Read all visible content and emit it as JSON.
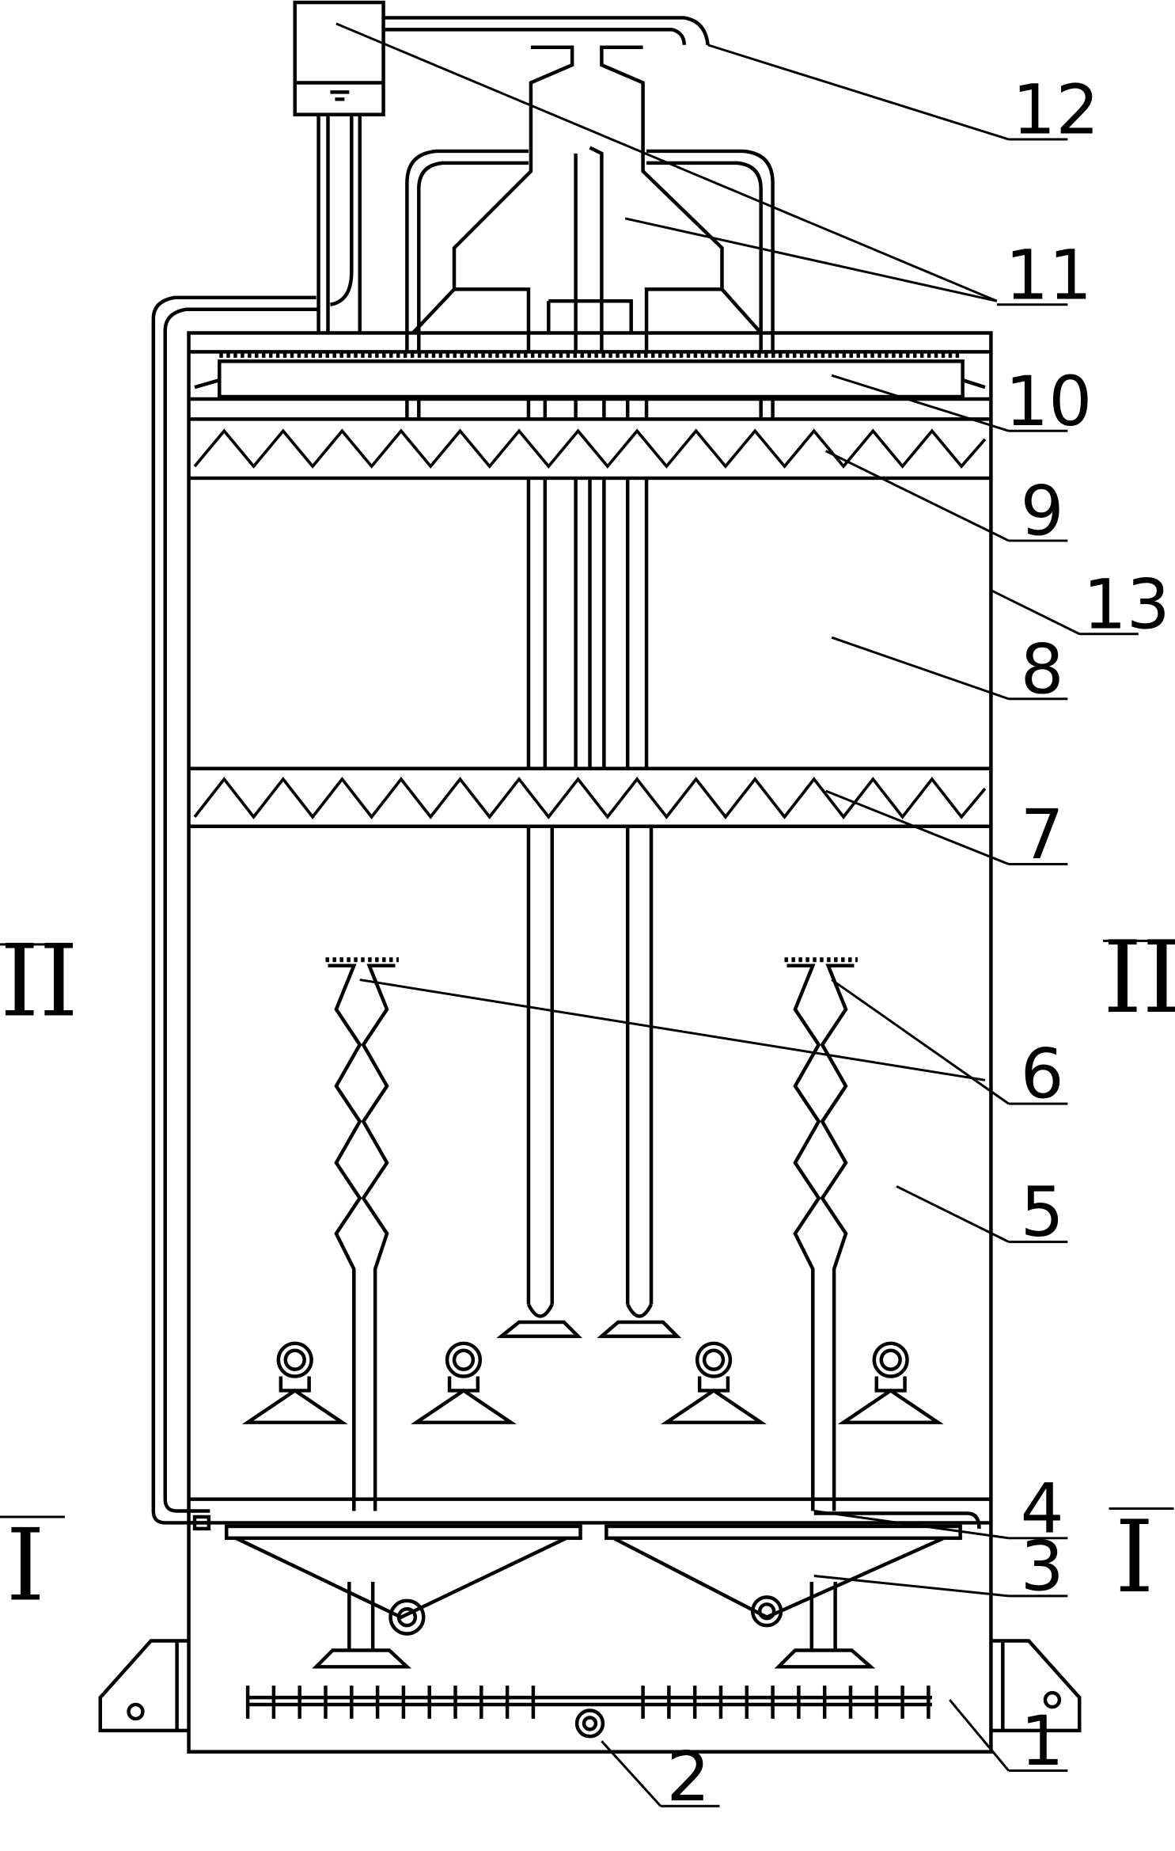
{
  "figure": {
    "part_labels": [
      "1",
      "2",
      "3",
      "4",
      "5",
      "6",
      "7",
      "8",
      "9",
      "10",
      "11",
      "12",
      "13"
    ],
    "section_marks": {
      "upper": "II",
      "lower": "I"
    }
  },
  "colors": {
    "stroke": "#000000",
    "background": "#ffffff"
  },
  "chart_data": null
}
